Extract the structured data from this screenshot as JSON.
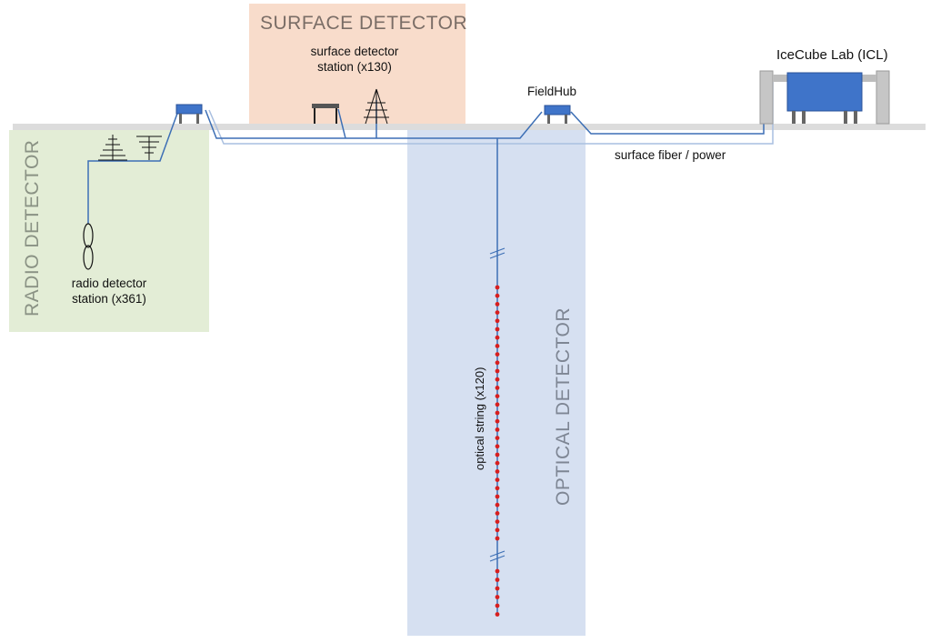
{
  "regions": {
    "surface_title": "SURFACE DETECTOR",
    "radio_title": "RADIO DETECTOR",
    "optical_title": "OPTICAL DETECTOR"
  },
  "labels": {
    "surface_station_line1": "surface detector",
    "surface_station_line2": "station (x130)",
    "radio_station_line1": "radio detector",
    "radio_station_line2": "station (x361)",
    "fieldhub": "FieldHub",
    "icl": "IceCube Lab (ICL)",
    "fiber": "surface fiber / power",
    "optical_string": "optical string (x120)"
  },
  "colors": {
    "surface_region": "#f8dccb",
    "radio_region": "#e3edd6",
    "optical_region": "#d6e0f1",
    "ground": "#dcdcdc",
    "cable_dark": "#3d6fb5",
    "cable_light": "#a9bfe0",
    "box_blue": "#3f74c9",
    "dom_red": "#d81f1f"
  },
  "icons": [
    "fieldhub-box-icon",
    "icecube-lab-building-icon",
    "surface-scintillator-panel-icon",
    "surface-radio-antenna-icon",
    "lpda-antenna-icon",
    "radio-borehole-antenna-icon",
    "digital-optical-module-icon"
  ]
}
